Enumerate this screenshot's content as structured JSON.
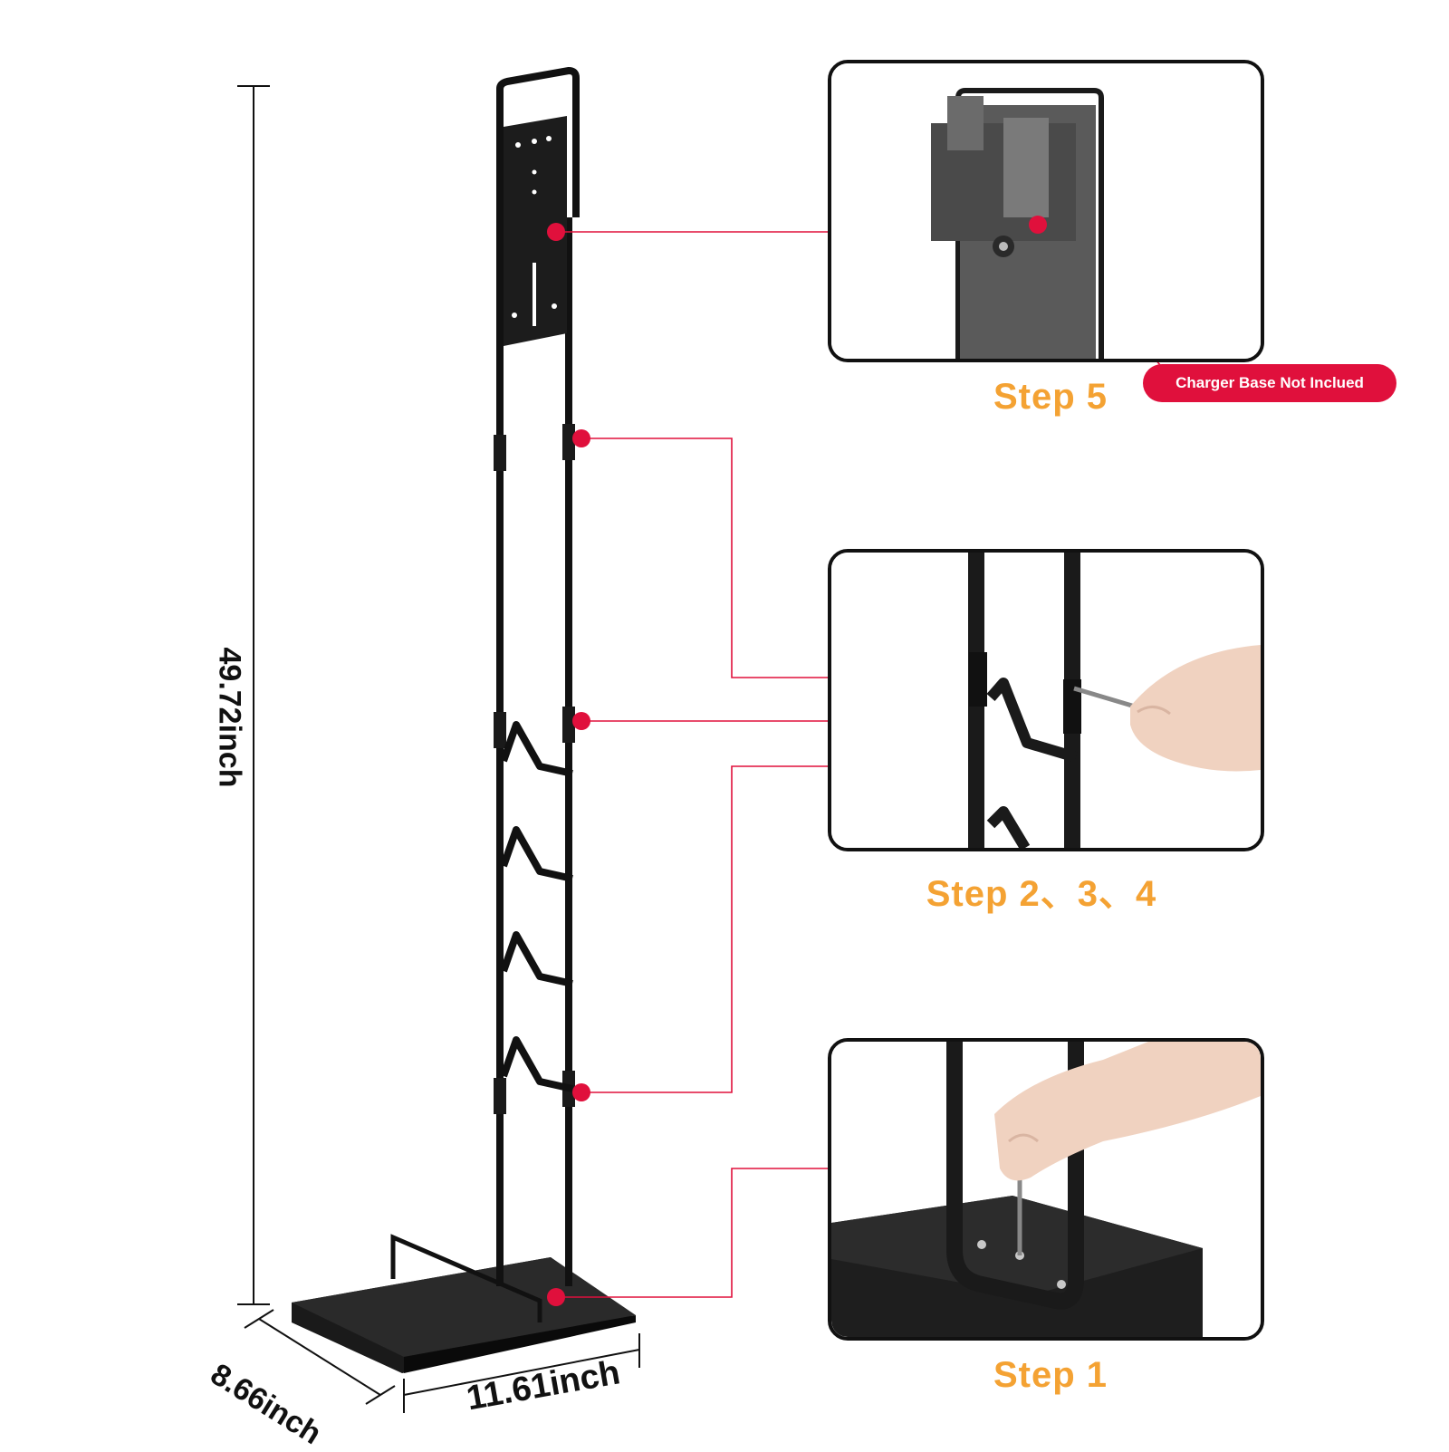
{
  "dimensions": {
    "height_label": "49.72inch",
    "depth_label": "8.66inch",
    "width_label": "11.61inch"
  },
  "steps": [
    {
      "label": "Step 5"
    },
    {
      "label": "Step 2、3、4"
    },
    {
      "label": "Step 1"
    }
  ],
  "badge": {
    "text": "Charger Base Not Inclued"
  },
  "colors": {
    "step_text": "#f4a233",
    "callout": "#e0103c",
    "frame": "#111111"
  }
}
